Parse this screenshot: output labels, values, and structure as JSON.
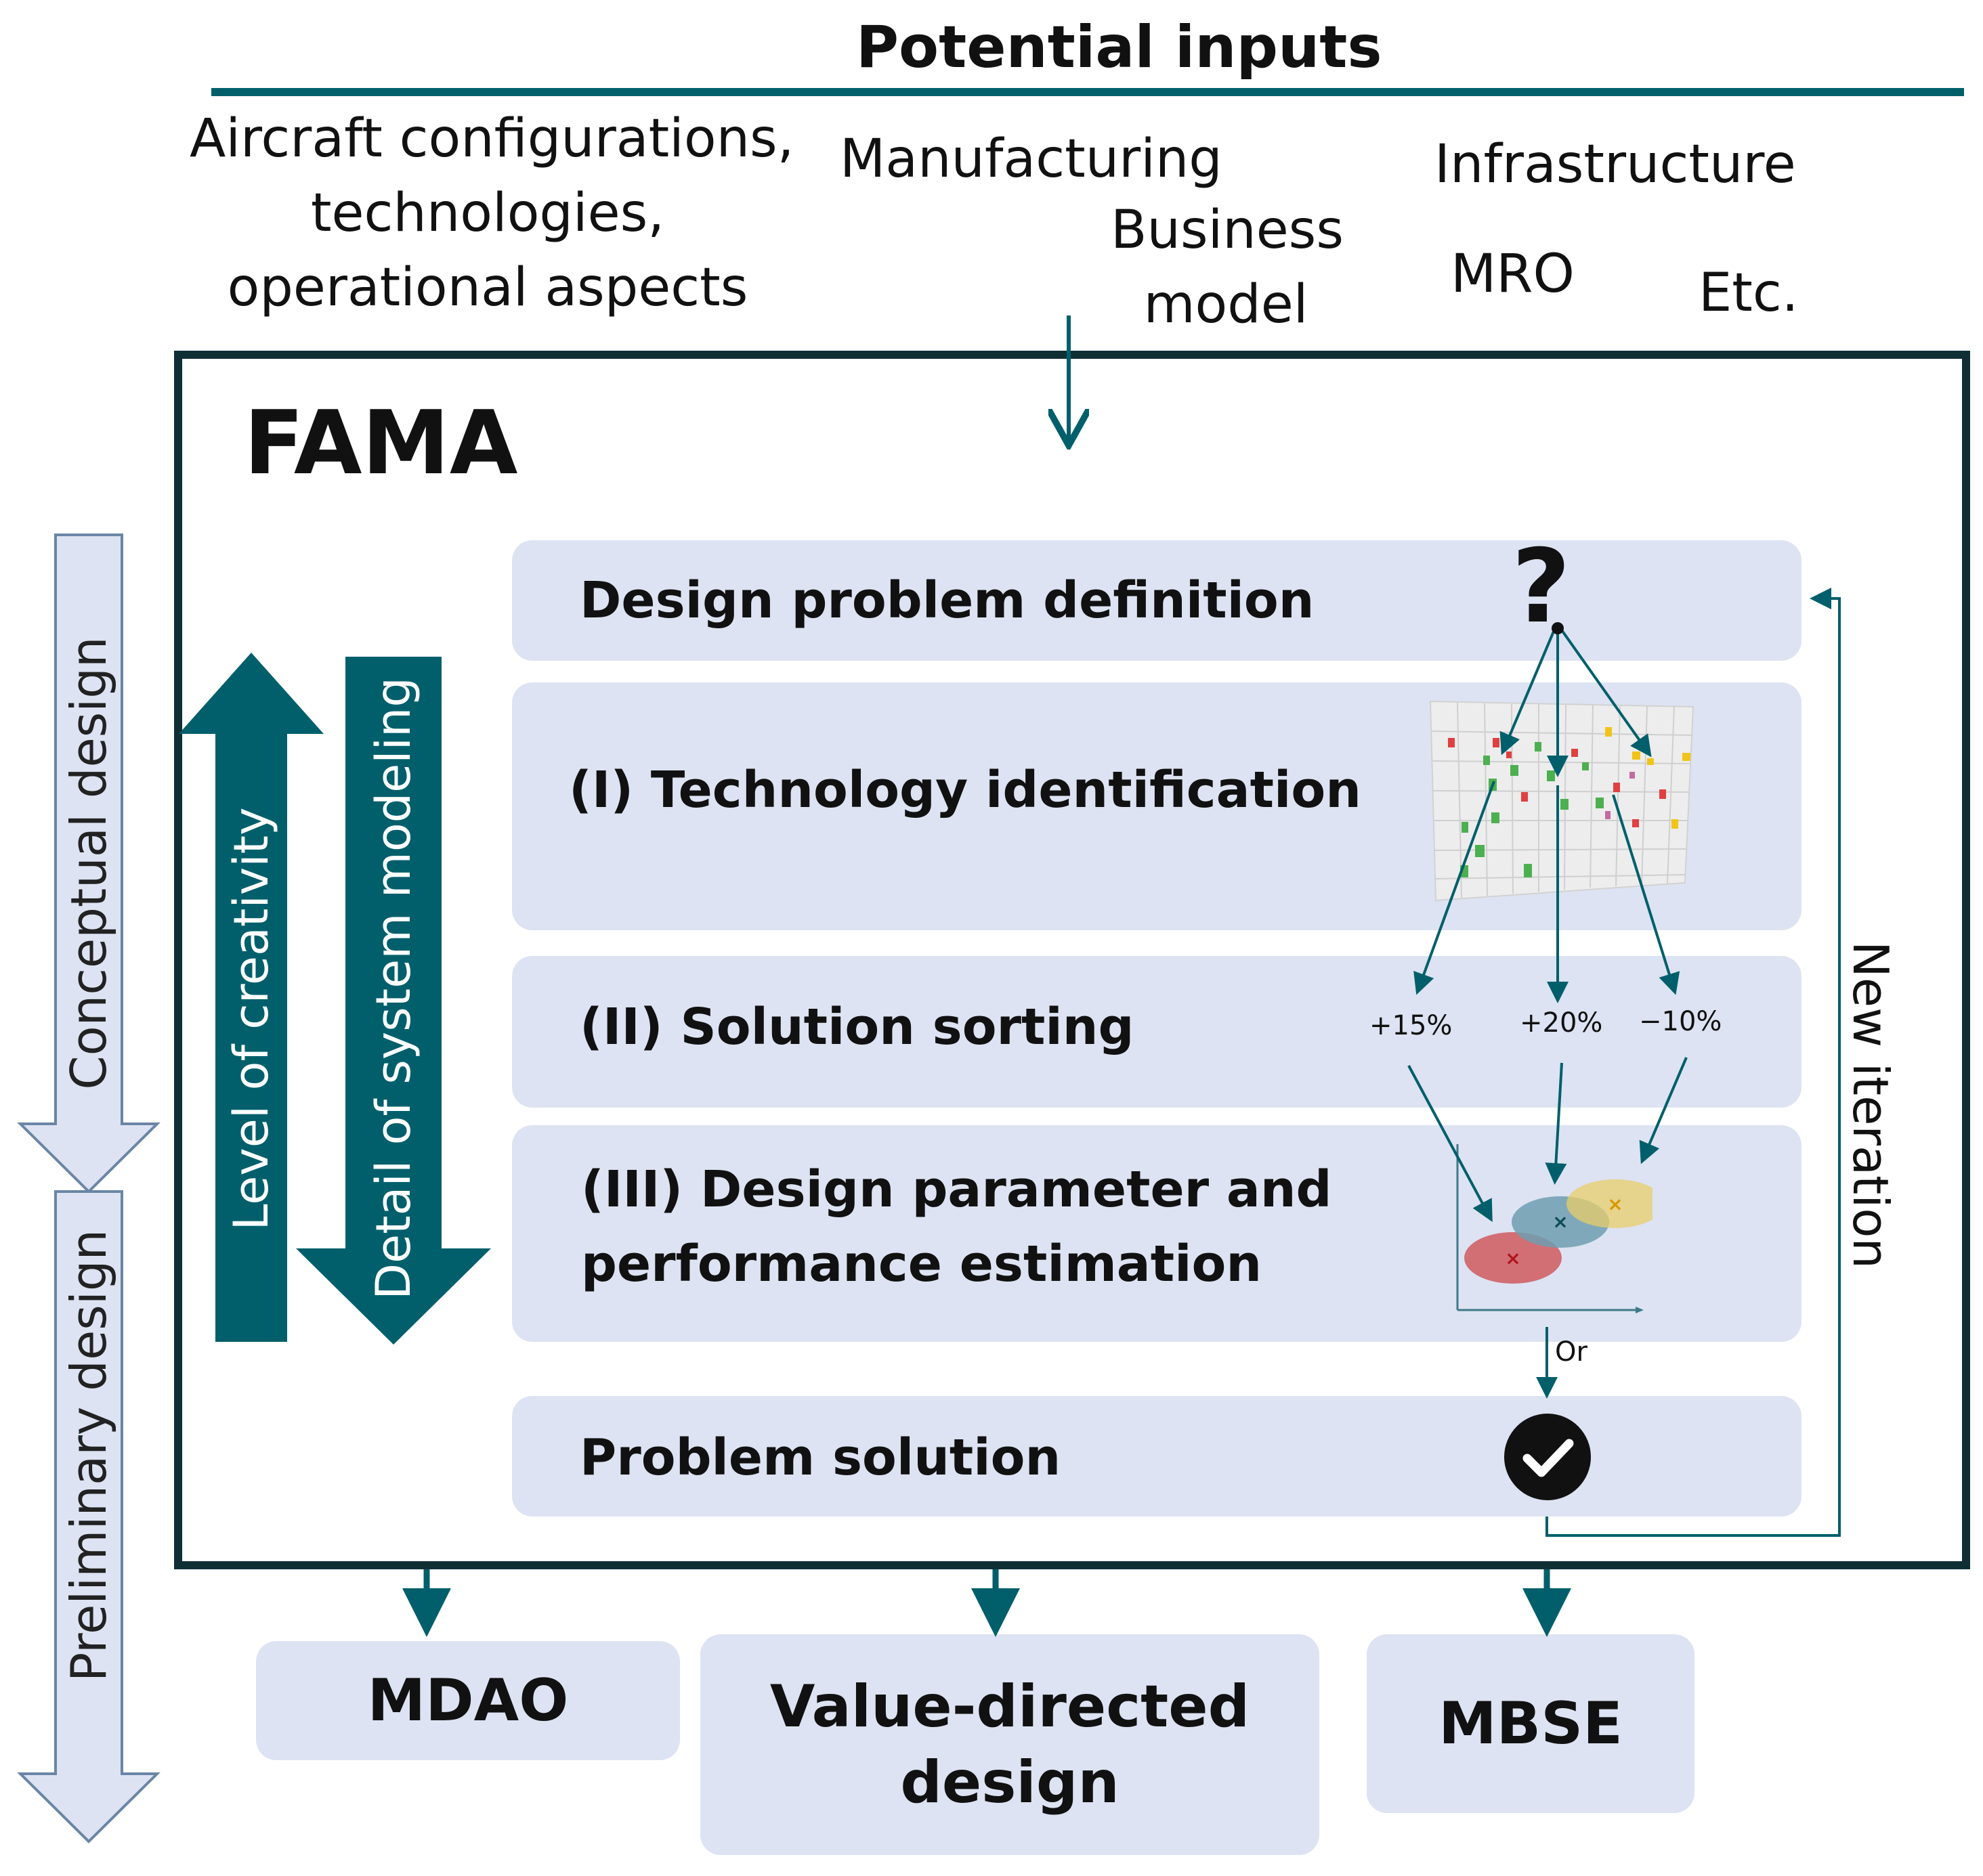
{
  "header": {
    "title": "Potential inputs",
    "inputs": {
      "aircraft": [
        "Aircraft configurations,",
        "technologies,",
        "operational aspects"
      ],
      "manufacturing": "Manufacturing",
      "business": [
        "Business",
        "model"
      ],
      "infrastructure": "Infrastructure",
      "mro": "MRO",
      "etc": "Etc."
    }
  },
  "fama": {
    "title": "FAMA",
    "stages": {
      "definition": "Design problem definition",
      "identification": "(I) Technology identification",
      "sorting": "(II) Solution sorting",
      "estimation": [
        "(III) Design parameter and",
        "performance estimation"
      ],
      "solution": "Problem solution"
    },
    "percentages": [
      "+15%",
      "+20%",
      "−10%"
    ],
    "or_label": "Or",
    "new_iteration": "New iteration",
    "creativity_label": "Level of creativity",
    "system_modeling_label": "Detail of system modeling"
  },
  "phases": {
    "conceptual": "Conceptual design",
    "preliminary": "Preliminary design"
  },
  "outputs": {
    "mdao": "MDAO",
    "value_directed": [
      "Value-directed",
      "design"
    ],
    "mbse": "MBSE"
  },
  "colors": {
    "teal": "#005f6b",
    "box_fill": "#dde3f2",
    "frame": "#0f2f35",
    "red_cluster": "#cf5a5f",
    "blue_cluster": "#6e9fb2",
    "yellow_cluster": "#e8ce6a"
  },
  "icons": [
    "question-mark-icon",
    "checkmark-icon",
    "scatter-3d-icon",
    "cluster-plot-icon"
  ]
}
